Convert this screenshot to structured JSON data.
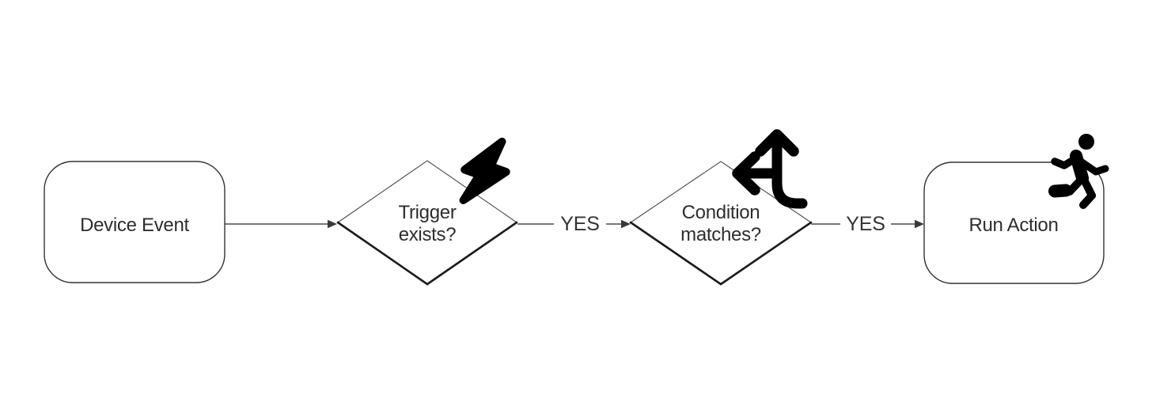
{
  "diagram": {
    "type": "flowchart",
    "background_color": "#ffffff",
    "line_color": "#4a4a4a",
    "text_color": "#2e2e2e",
    "icon_color": "#000000",
    "nodes": [
      {
        "id": "device-event",
        "shape": "rounded-rectangle",
        "label": "Device Event"
      },
      {
        "id": "trigger-exists",
        "shape": "diamond",
        "label": "Trigger exists?",
        "label_line1": "Trigger",
        "label_line2": "exists?",
        "icon": "lightning-icon"
      },
      {
        "id": "condition-matches",
        "shape": "diamond",
        "label": "Condition matches?",
        "label_line1": "Condition",
        "label_line2": "matches?",
        "icon": "split-arrows-icon"
      },
      {
        "id": "run-action",
        "shape": "rounded-rectangle",
        "label": "Run Action",
        "icon": "person-running-icon"
      }
    ],
    "edges": [
      {
        "from": "device-event",
        "to": "trigger-exists",
        "label": ""
      },
      {
        "from": "trigger-exists",
        "to": "condition-matches",
        "label": "YES"
      },
      {
        "from": "condition-matches",
        "to": "run-action",
        "label": "YES"
      }
    ]
  }
}
